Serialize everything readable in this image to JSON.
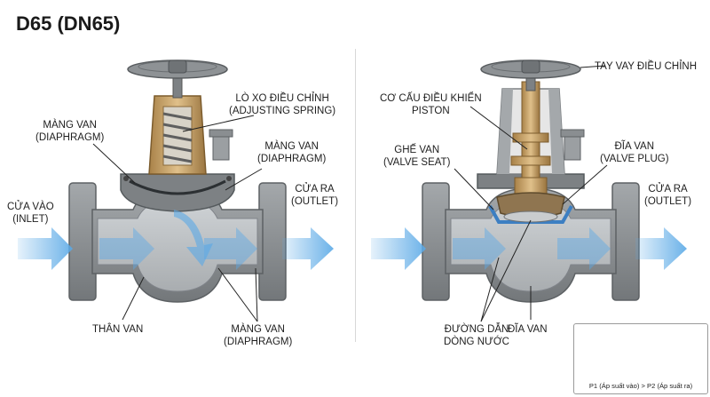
{
  "title": "D65 (DN65)",
  "left_labels": {
    "diaphragm_top_left": [
      "MÀNG VAN",
      "(DIAPHRAGM)"
    ],
    "adjusting_spring": [
      "LÒ XO ĐIỀU CHỈNH",
      "(ADJUSTING SPRING)"
    ],
    "diaphragm_top_right": [
      "MÀNG VAN",
      "(DIAPHRAGM)"
    ],
    "inlet": [
      "CỬA VÀO",
      "(INLET)"
    ],
    "outlet": [
      "CỬA RA",
      "(OUTLET)"
    ],
    "body": [
      "THÂN VAN"
    ],
    "diaphragm_bottom": [
      "MÀNG VAN",
      "(DIAPHRAGM)"
    ]
  },
  "right_labels": {
    "handwheel": [
      "TAY VAY ĐIỀU CHỈNH"
    ],
    "piston": [
      "CƠ CẤU ĐIỀU KHIỂN",
      "PISTON"
    ],
    "valve_seat": [
      "GHẾ VAN",
      "(VALVE SEAT)"
    ],
    "valve_plug": [
      "ĐĨA VAN",
      "(VALVE PLUG)"
    ],
    "outlet": [
      "CỬA RA",
      "(OUTLET)"
    ],
    "flow_path": [
      "ĐƯỜNG DẪN",
      "DÒNG NƯỚC"
    ],
    "disc": [
      "ĐĨA VAN"
    ]
  },
  "inset_caption": "P1 (Áp suất vào) > P2 (Áp suất ra)",
  "colors": {
    "body": "#8f9396",
    "body_dark": "#6b6f72",
    "interior": "#b9bdc0",
    "flow": "#5aa9e6",
    "brass": "#c8a26a",
    "brass_dark": "#8a6a3a",
    "seat_blue": "#3d7fc2"
  }
}
